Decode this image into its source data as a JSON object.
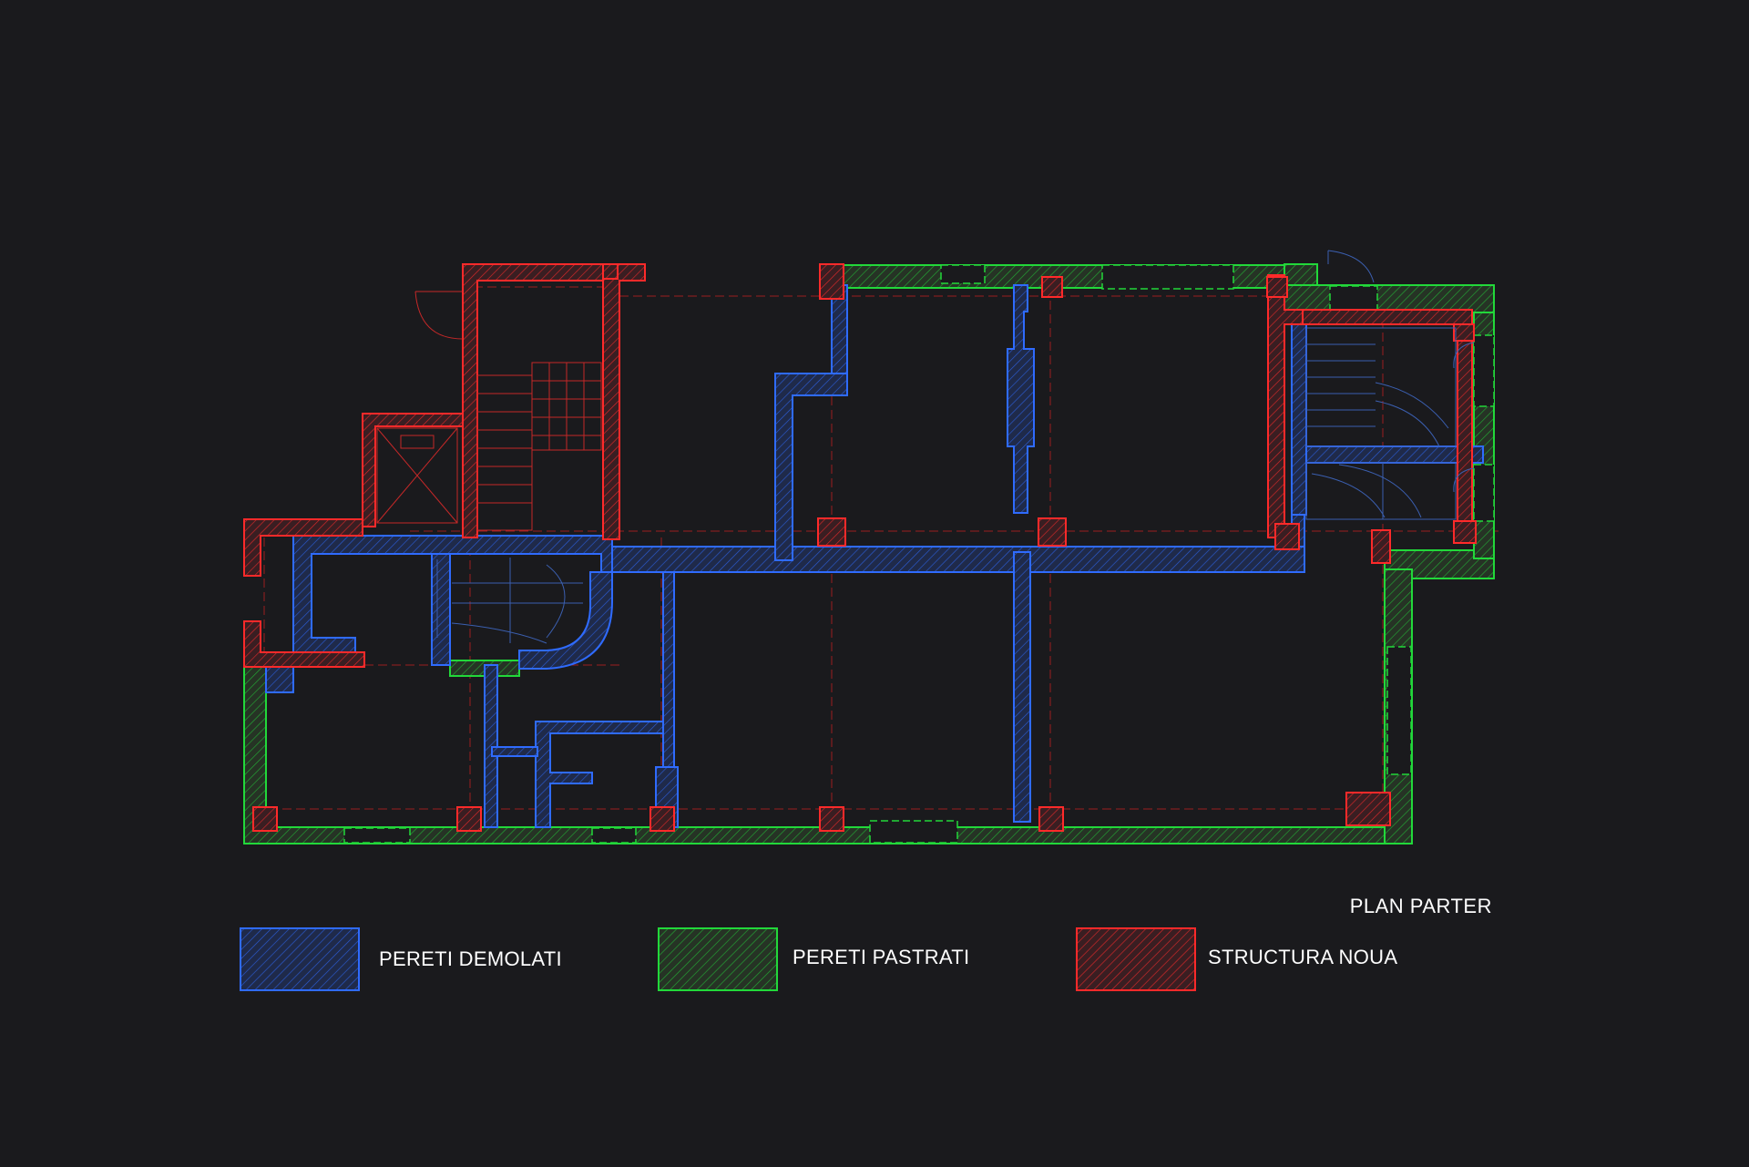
{
  "title": "PLAN PARTER",
  "colors": {
    "background": "#1a1a1d",
    "demolished": "#2f6bff",
    "kept": "#22d83a",
    "new_structure": "#ff2a2a",
    "axis": "#b32020"
  },
  "legend": [
    {
      "key": "demolished",
      "label": "PERETI DEMOLATI",
      "color": "#2f6bff"
    },
    {
      "key": "kept",
      "label": "PERETI PASTRATI",
      "color": "#22d83a"
    },
    {
      "key": "new_structure",
      "label": "STRUCTURA NOUA",
      "color": "#ff2a2a"
    }
  ]
}
